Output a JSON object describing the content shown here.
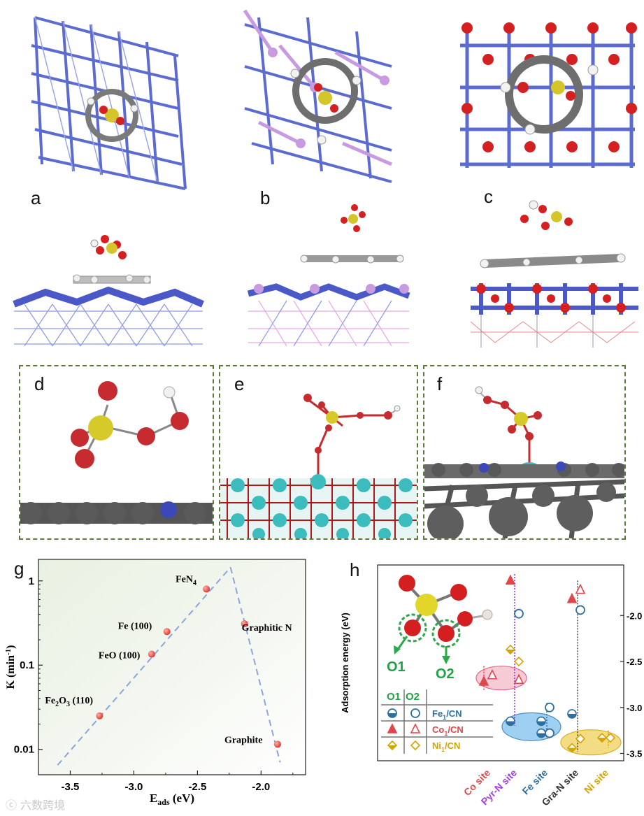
{
  "panel_labels": {
    "a": "a",
    "b": "b",
    "c": "c",
    "d": "d",
    "e": "e",
    "f": "f",
    "g": "g",
    "h": "h"
  },
  "watermark": "六数跨境",
  "chart_data": [
    {
      "id": "g",
      "type": "scatter",
      "xlabel": "E",
      "xlabel_sub": "ads",
      "xlabel_unit": " (eV)",
      "ylabel": "K (min",
      "ylabel_sup": "-1",
      "ylabel_end": ")",
      "yscale": "log",
      "xlim": [
        -3.75,
        -1.65
      ],
      "ylim": [
        0.005,
        1.8
      ],
      "xticks": [
        -3.5,
        -3.0,
        -2.5,
        -2.0
      ],
      "xtick_labels": [
        "-3.5",
        "-3.0",
        "-2.5",
        "-2.0"
      ],
      "yticks": [
        1,
        0.1,
        0.01
      ],
      "ytick_labels": [
        "1",
        "0.1",
        "0.01"
      ],
      "points": [
        {
          "label": "Fe",
          "label_sub": "2",
          "label_mid": "O",
          "label_sub2": "3",
          "label_end": " (110)",
          "x": -3.27,
          "y": 0.025
        },
        {
          "label": "FeO (100)",
          "x": -2.86,
          "y": 0.135
        },
        {
          "label": "Fe (100)",
          "x": -2.74,
          "y": 0.25
        },
        {
          "label": "FeN",
          "label_sub": "4",
          "x": -2.43,
          "y": 0.8
        },
        {
          "label": "Graphitic N",
          "x": -2.13,
          "y": 0.31
        },
        {
          "label": "Graphite",
          "x": -1.87,
          "y": 0.0115
        }
      ],
      "trend_lines": [
        {
          "x": [
            -3.6,
            -2.24
          ],
          "y": [
            0.0065,
            1.45
          ]
        },
        {
          "x": [
            -2.24,
            -1.85
          ],
          "y": [
            1.45,
            0.007
          ]
        }
      ],
      "point_color": "#e8504a",
      "line_color": "#8ea3e0"
    },
    {
      "id": "h",
      "type": "scatter",
      "ylabel": "Adsorption energy (eV)",
      "ylim": [
        -3.58,
        -1.45
      ],
      "yticks": [
        -2.0,
        -2.5,
        -3.0,
        -3.5
      ],
      "ytick_labels": [
        "-2.0",
        "-2.5",
        "-3.0",
        "-3.5"
      ],
      "categories": [
        "Co site",
        "Pyr-N site",
        "Fe site",
        "Gra-N site",
        "Ni site"
      ],
      "category_colors": [
        "#e0474c",
        "#a040e0",
        "#2e6fa0",
        "#333333",
        "#d4a300"
      ],
      "legend": {
        "header": [
          "O1",
          "O2"
        ],
        "rows": [
          {
            "label": "Fe",
            "sub": "1",
            "end": "/CN",
            "color": "#2e6fa0"
          },
          {
            "label": "Co",
            "sub": "1",
            "end": "/CN",
            "color": "#e0474c"
          },
          {
            "label": "Ni",
            "sub": "1",
            "end": "/CN",
            "color": "#d4a300"
          }
        ]
      },
      "molecule_labels": [
        "O1",
        "O2"
      ],
      "series": [
        {
          "name": "Fe",
          "site": "Fe site",
          "o1": -3.15,
          "o2": -3.0
        },
        {
          "name": "Fe",
          "site": "Fe site",
          "o1": -3.28,
          "o2": -3.28
        },
        {
          "name": "Fe",
          "site": "Pyr-N site",
          "o1": -3.15,
          "o2": -1.98
        },
        {
          "name": "Fe",
          "site": "Gra-N site",
          "o1": -3.07,
          "o2": -1.94
        },
        {
          "name": "Co",
          "site": "Co site",
          "o1": -2.72,
          "o2": -2.65
        },
        {
          "name": "Co",
          "site": "Pyr-N site",
          "o1": -1.62,
          "o2": -2.7
        },
        {
          "name": "Co",
          "site": "Gra-N site",
          "o1": -1.82,
          "o2": -1.72
        },
        {
          "name": "Ni",
          "site": "Pyr-N site",
          "o1": -2.37,
          "o2": -2.5
        },
        {
          "name": "Ni",
          "site": "Gra-N site",
          "o1": -3.44,
          "o2": -3.34
        },
        {
          "name": "Ni",
          "site": "Ni site",
          "o1": -3.33,
          "o2": -3.33
        }
      ]
    }
  ]
}
